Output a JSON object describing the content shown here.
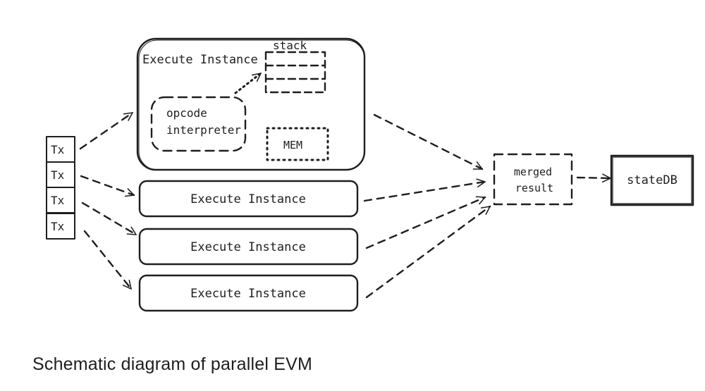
{
  "diagram": {
    "main_instance": {
      "title": "Execute Instance",
      "stack_label": "stack",
      "interpreter_line1": "opcode",
      "interpreter_line2": "interpreter",
      "memory_label": "MEM"
    },
    "transactions": [
      "Tx",
      "Tx",
      "Tx",
      "Tx"
    ],
    "instances": [
      "Execute Instance",
      "Execute Instance",
      "Execute Instance"
    ],
    "merged_line1": "merged",
    "merged_line2": "result",
    "state_db": "stateDB",
    "colors": {
      "stroke": "#1e1e1e",
      "background": "#ffffff"
    }
  },
  "caption": "Schematic diagram of parallel EVM"
}
